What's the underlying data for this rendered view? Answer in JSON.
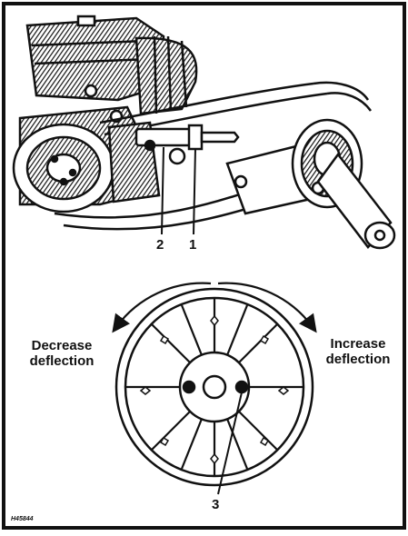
{
  "figure": {
    "callouts": [
      "1",
      "2",
      "3"
    ],
    "wheel_labels": {
      "left": [
        "Decrease",
        "deflection"
      ],
      "right": [
        "Increase",
        "deflection"
      ]
    },
    "figure_code": "H45844"
  },
  "colors": {
    "ink": "#111111",
    "paper": "#ffffff"
  }
}
